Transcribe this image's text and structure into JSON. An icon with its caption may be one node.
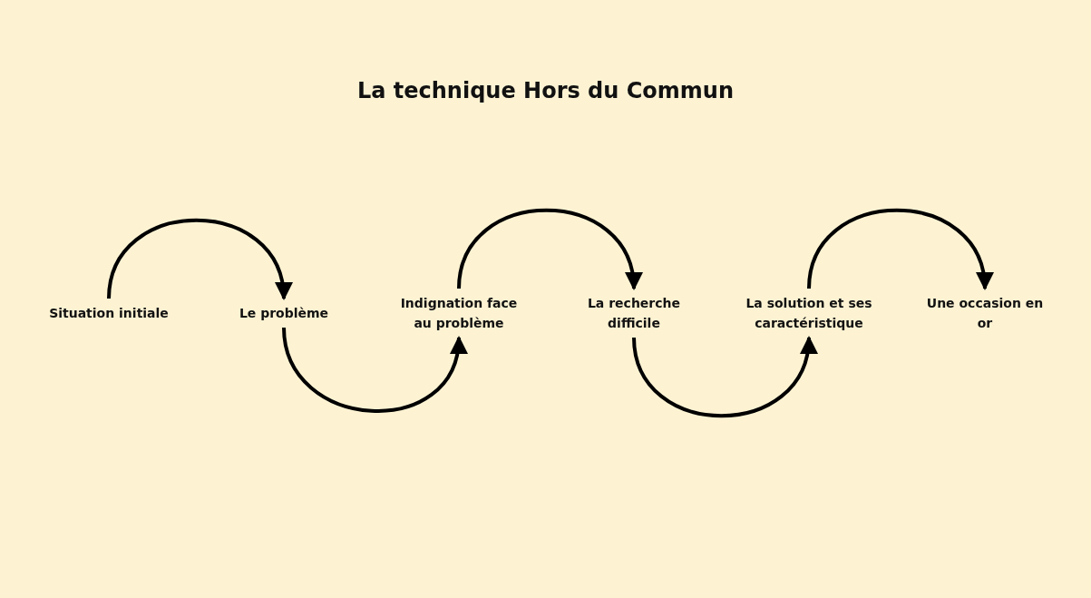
{
  "diagram": {
    "title": "La technique Hors du Commun",
    "nodes": [
      {
        "text": [
          "Situation initiale"
        ]
      },
      {
        "text": [
          "Le problème"
        ]
      },
      {
        "text": [
          "Indignation face au problème"
        ]
      },
      {
        "text": [
          "La recherche difficile"
        ]
      },
      {
        "text": [
          "La solution et ses caractéristique"
        ]
      },
      {
        "text": [
          "Une occasion en or"
        ]
      }
    ],
    "edges": [
      {
        "from": 0,
        "to": 1,
        "arrow": "to"
      },
      {
        "from": 1,
        "to": 2,
        "arrow": "to"
      },
      {
        "from": 2,
        "to": 3,
        "arrow": "to"
      },
      {
        "from": 3,
        "to": 4,
        "arrow": "to"
      },
      {
        "from": 4,
        "to": 5,
        "arrow": "to"
      }
    ]
  }
}
